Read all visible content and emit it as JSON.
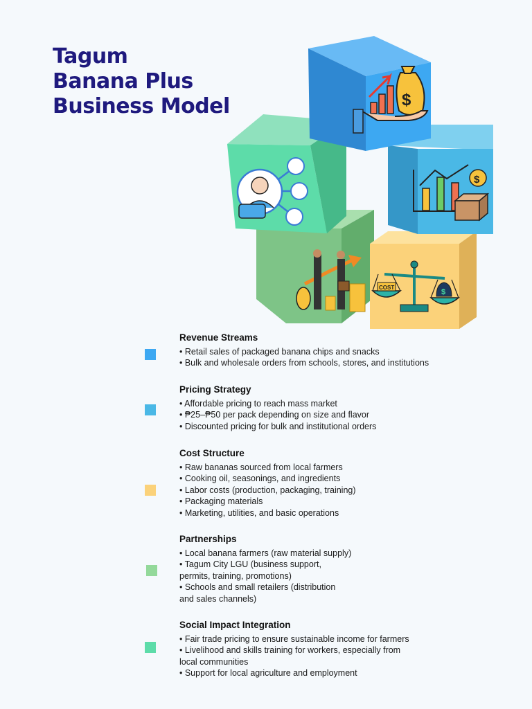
{
  "title": {
    "line1": "Tagum",
    "line2": "Banana Plus",
    "line3": "Business Model"
  },
  "colors": {
    "title": "#1f1a7e",
    "revenue": "#3da8f2",
    "pricing": "#4ab8e6",
    "cost": "#fbd27a",
    "partnerships": "#93d99a",
    "social": "#5ddca9"
  },
  "icons": [
    "money-growth-icon",
    "bar-chart-package-icon",
    "network-people-icon",
    "handshake-coins-icon",
    "cost-scale-icon"
  ],
  "icon_text": {
    "cost_label": "COST",
    "dollar": "$"
  },
  "sections": [
    {
      "title": "Revenue Streams",
      "items": [
        "• Retail sales of packaged banana chips and snacks",
        "• Bulk and wholesale orders from schools, stores, and institutions"
      ]
    },
    {
      "title": "Pricing Strategy",
      "items": [
        "• Affordable pricing to reach mass market",
        "• ₱25–₱50 per pack depending on size and flavor",
        "• Discounted pricing for bulk and institutional orders"
      ]
    },
    {
      "title": "Cost Structure",
      "items": [
        "• Raw bananas sourced from local farmers",
        "• Cooking oil, seasonings, and ingredients",
        "• Labor costs (production, packaging, training)",
        "• Packaging materials",
        "• Marketing, utilities, and basic operations"
      ]
    },
    {
      "title": "Partnerships",
      "items": [
        "• Local banana farmers (raw material supply)",
        "• Tagum City LGU (business support,",
        "permits, training, promotions)",
        "• Schools and small retailers (distribution",
        "and sales channels)"
      ]
    },
    {
      "title": "Social Impact Integration",
      "items": [
        "• Fair trade pricing to ensure sustainable income for farmers",
        "• Livelihood and skills training for workers, especially from",
        "local communities",
        "• Support for local agriculture and employment"
      ]
    }
  ]
}
